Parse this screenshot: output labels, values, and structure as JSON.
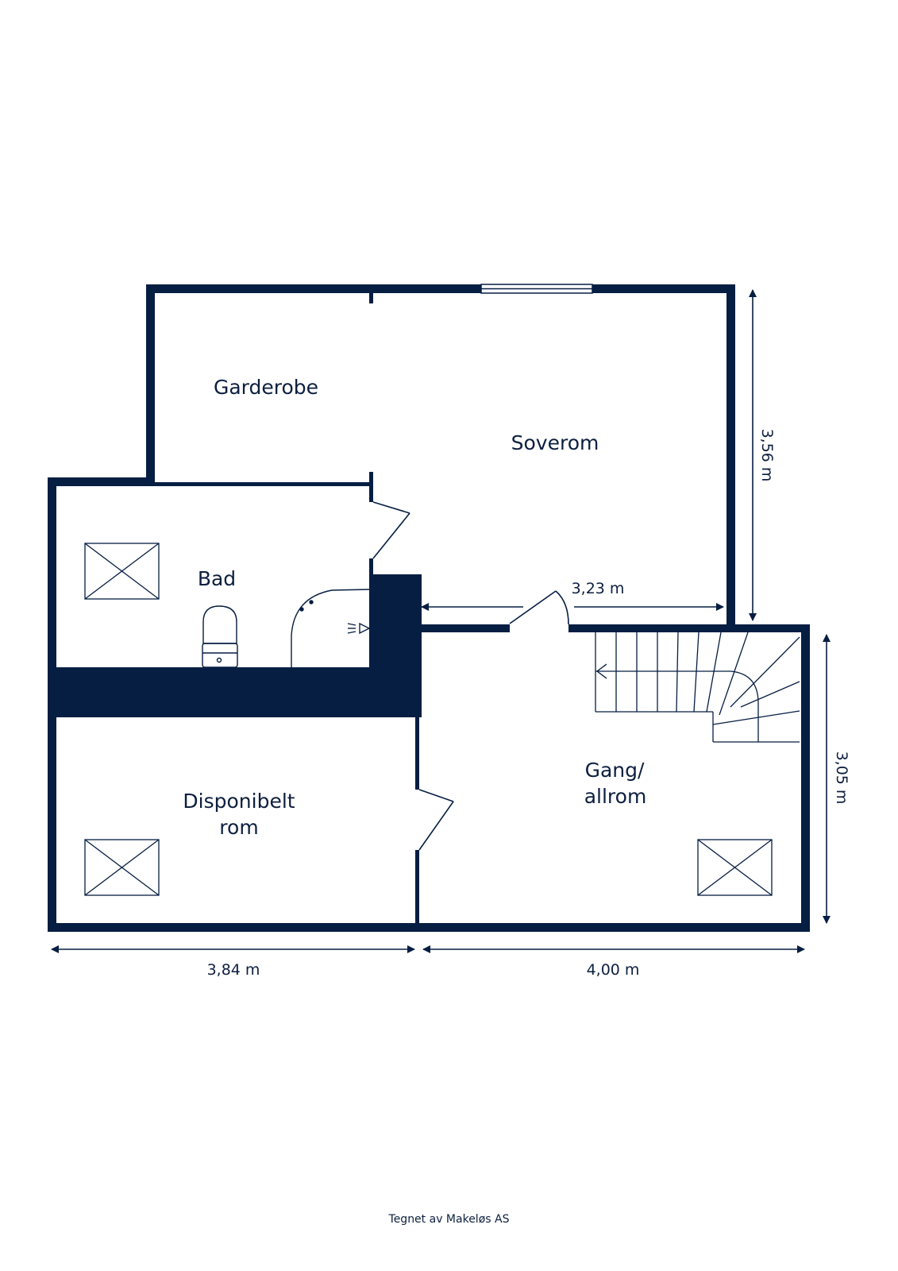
{
  "colors": {
    "wall": "#061e42",
    "text": "#0d1f3f",
    "background": "#ffffff"
  },
  "rooms": {
    "garderobe": "Garderobe",
    "soverom": "Soverom",
    "bad": "Bad",
    "disponibelt_line1": "Disponibelt",
    "disponibelt_line2": "rom",
    "gang_line1": "Gang/",
    "gang_line2": "allrom"
  },
  "dimensions": {
    "inner_width": "3,23 m",
    "right_height_upper": "3,56 m",
    "right_height_lower": "3,05 m",
    "bottom_left_width": "3,84 m",
    "bottom_right_width": "4,00 m"
  },
  "icons": [
    "skylight-icon",
    "toilet-icon",
    "shower-icon",
    "stairs-icon",
    "window-icon",
    "door-icon"
  ],
  "credit": "Tegnet av Makeløs AS"
}
